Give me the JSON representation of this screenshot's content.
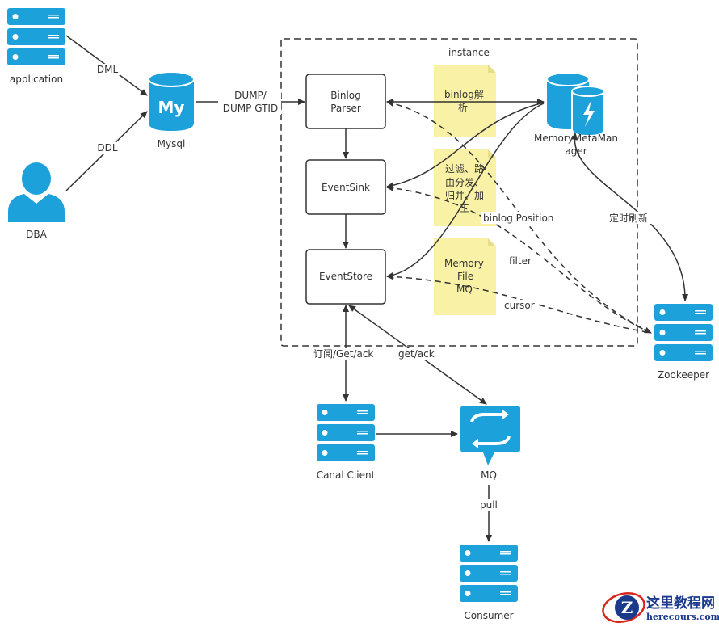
{
  "diagram": {
    "title": "Canal architecture",
    "colors": {
      "accent": "#1da1db",
      "note": "#f9f1a5",
      "stroke": "#333333",
      "watermark": "#1b3a8c",
      "watermark_red": "#d9241c"
    },
    "nodes": {
      "application": "application",
      "dba": "DBA",
      "mysql": "Mysql",
      "mysql_logo": "My",
      "binlog_parser_1": "Binlog",
      "binlog_parser_2": "Parser",
      "event_sink": "EventSink",
      "event_store": "EventStore",
      "meta_manager_1": "MemoryMetaMan",
      "meta_manager_2": "ager",
      "zookeeper": "Zookeeper",
      "canal_client": "Canal Client",
      "mq": "MQ",
      "consumer": "Consumer"
    },
    "container_label": "instance",
    "notes": {
      "parser_note": [
        "binlog解",
        "析"
      ],
      "sink_note": [
        "过滤、路",
        "由分发、",
        "归并、加",
        "工"
      ],
      "store_note": [
        "Memory",
        "File",
        "MQ"
      ]
    },
    "edge_labels": {
      "dml": "DML",
      "ddl": "DDL",
      "dump_1": "DUMP/",
      "dump_2": "DUMP GTID",
      "binlog_position": "binlog Position",
      "filter": "filter",
      "cursor": "cursor",
      "refresh": "定时刷新",
      "subscribe": "订阅/Get/ack",
      "get_ack": "get/ack",
      "pull": "pull"
    },
    "watermark": {
      "logo_letter": "Z",
      "site_cn": "这里教程网",
      "site_en": "herecours.com"
    }
  }
}
